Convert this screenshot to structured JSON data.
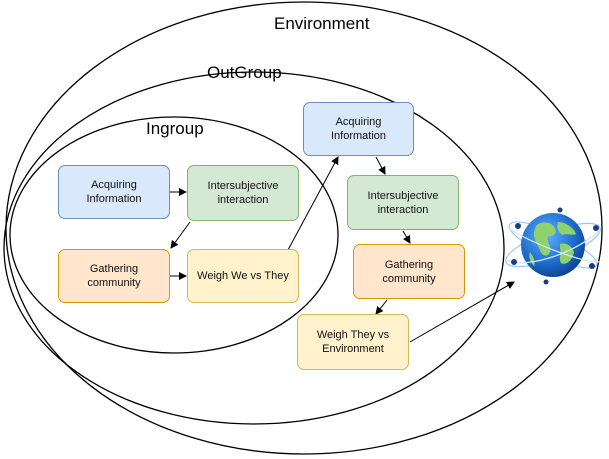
{
  "regions": {
    "environment": "Environment",
    "outgroup": "OutGroup",
    "ingroup": "Ingroup"
  },
  "ingroup_nodes": {
    "acquiring": "Acquiring Information",
    "intersubjective": "Intersubjective interaction",
    "gathering": "Gathering community",
    "weigh": "Weigh We vs They"
  },
  "outgroup_nodes": {
    "acquiring": "Acquiring Information",
    "intersubjective": "Intersubjective interaction",
    "gathering": "Gathering community",
    "weigh": "Weigh They vs Environment"
  },
  "colors": {
    "blue_fill": "#dae8fc",
    "green_fill": "#d5e8d4",
    "orange_fill": "#ffe6cc",
    "yellow_fill": "#fff2cc",
    "globe_ocean": "#1f6fd0",
    "globe_land": "#8fd16a"
  },
  "icons": {
    "environment": "earth-globe-icon"
  }
}
